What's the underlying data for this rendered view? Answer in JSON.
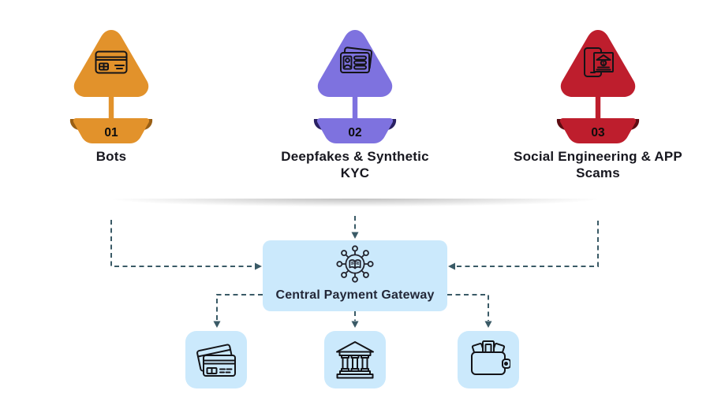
{
  "palette": {
    "orange": "#E2922B",
    "orange_dark": "#9A5F14",
    "purple": "#7E72DF",
    "purple_dark": "#2A2163",
    "red": "#BE1E2D",
    "red_dark": "#5E0C12",
    "light_blue": "#CBE9FC",
    "connector": "#3A5A66",
    "text": "#17171F"
  },
  "threats": [
    {
      "number": "01",
      "label": "Bots",
      "icon": "credit-card-icon",
      "color": "#E2922B",
      "color_dark": "#9A5F14"
    },
    {
      "number": "02",
      "label": "Deepfakes & Synthetic KYC",
      "icon": "id-cards-icon",
      "color": "#7E72DF",
      "color_dark": "#2A2163"
    },
    {
      "number": "03",
      "label": "Social Engineering & APP Scams",
      "icon": "phone-bank-icon",
      "color": "#BE1E2D",
      "color_dark": "#5E0C12"
    }
  ],
  "gateway": {
    "label": "Central Payment Gateway",
    "icon": "ledger-network-icon"
  },
  "destinations": [
    {
      "icon": "credit-cards-icon"
    },
    {
      "icon": "bank-icon"
    },
    {
      "icon": "wallet-cash-icon"
    }
  ]
}
